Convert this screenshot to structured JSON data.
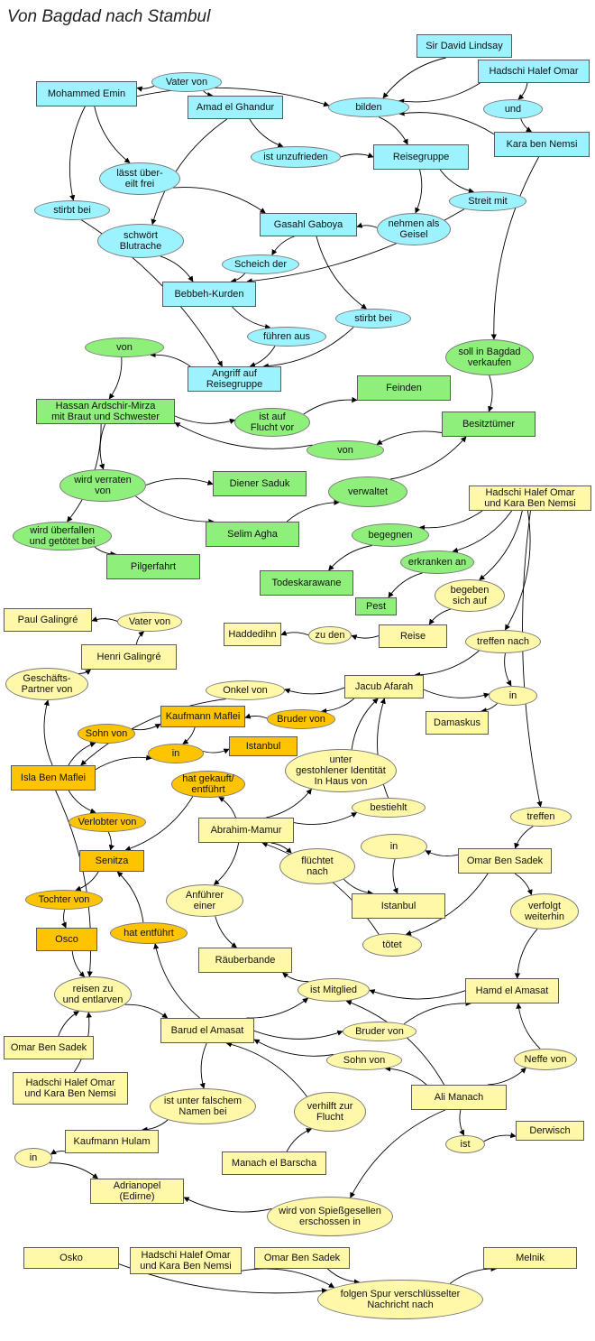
{
  "title": "Von Bagdad nach Stambul",
  "colors": {
    "cyan": "#9df2ff",
    "green": "#8ef07b",
    "yellow": "#fff8a8",
    "orange": "#ffc400",
    "line": "#000000"
  },
  "nodes": {
    "sir_david": {
      "label": "Sir David Lindsay",
      "shape": "box",
      "color": "cyan"
    },
    "hadschi_top": {
      "label": "Hadschi Halef Omar",
      "shape": "box",
      "color": "cyan"
    },
    "mohammed_emin": {
      "label": "Mohammed Emin",
      "shape": "box",
      "color": "cyan"
    },
    "vater_von_1": {
      "label": "Vater von",
      "shape": "ellipse",
      "color": "cyan"
    },
    "amad": {
      "label": "Amad el Ghandur",
      "shape": "box",
      "color": "cyan"
    },
    "bilden": {
      "label": "bilden",
      "shape": "ellipse",
      "color": "cyan"
    },
    "und": {
      "label": "und",
      "shape": "ellipse",
      "color": "cyan"
    },
    "kara_top": {
      "label": "Kara ben Nemsi",
      "shape": "box",
      "color": "cyan"
    },
    "ist_unzufrieden": {
      "label": "ist unzufrieden",
      "shape": "ellipse",
      "color": "cyan"
    },
    "reisegruppe": {
      "label": "Reisegruppe",
      "shape": "box",
      "color": "cyan"
    },
    "laesst_frei": {
      "label": "lässt über-\neilt frei",
      "shape": "ellipse",
      "color": "cyan"
    },
    "streit_mit": {
      "label": "Streit mit",
      "shape": "ellipse",
      "color": "cyan"
    },
    "stirbt_bei_1": {
      "label": "stirbt bei",
      "shape": "ellipse",
      "color": "cyan"
    },
    "gasahl": {
      "label": "Gasahl Gaboya",
      "shape": "box",
      "color": "cyan"
    },
    "nehmen_als_geisel": {
      "label": "nehmen als\nGeisel",
      "shape": "ellipse",
      "color": "cyan"
    },
    "schwoert_blutrache": {
      "label": "schwört\nBlutrache",
      "shape": "ellipse",
      "color": "cyan"
    },
    "scheich_der": {
      "label": "Scheich der",
      "shape": "ellipse",
      "color": "cyan"
    },
    "bebbeh": {
      "label": "Bebbeh-Kurden",
      "shape": "box",
      "color": "cyan"
    },
    "stirbt_bei_2": {
      "label": "stirbt bei",
      "shape": "ellipse",
      "color": "cyan"
    },
    "fuehren_aus": {
      "label": "führen aus",
      "shape": "ellipse",
      "color": "cyan"
    },
    "angriff": {
      "label": "Angriff auf\nReisegruppe",
      "shape": "box",
      "color": "cyan"
    },
    "von_g1": {
      "label": "von",
      "shape": "ellipse",
      "color": "green"
    },
    "soll_verkaufen": {
      "label": "soll in Bagdad\nverkaufen",
      "shape": "ellipse",
      "color": "green"
    },
    "feinden": {
      "label": "Feinden",
      "shape": "box",
      "color": "green"
    },
    "hassan": {
      "label": "Hassan Ardschir-Mirza\nmit Braut und Schwester",
      "shape": "box",
      "color": "green"
    },
    "ist_auf_flucht": {
      "label": "ist auf\nFlucht vor",
      "shape": "ellipse",
      "color": "green"
    },
    "besitztuemer": {
      "label": "Besitztümer",
      "shape": "box",
      "color": "green"
    },
    "von_g2": {
      "label": "von",
      "shape": "ellipse",
      "color": "green"
    },
    "wird_verraten": {
      "label": "wird verraten\nvon",
      "shape": "ellipse",
      "color": "green"
    },
    "diener_saduk": {
      "label": "Diener Saduk",
      "shape": "box",
      "color": "green"
    },
    "verwaltet": {
      "label": "verwaltet",
      "shape": "ellipse",
      "color": "green"
    },
    "wird_ueberfallen": {
      "label": "wird überfallen\nund getötet bei",
      "shape": "ellipse",
      "color": "green"
    },
    "selim_agha": {
      "label": "Selim Agha",
      "shape": "box",
      "color": "green"
    },
    "begegnen": {
      "label": "begegnen",
      "shape": "ellipse",
      "color": "green"
    },
    "pilgerfahrt": {
      "label": "Pilgerfahrt",
      "shape": "box",
      "color": "green"
    },
    "todeskarawane": {
      "label": "Todeskarawane",
      "shape": "box",
      "color": "green"
    },
    "erkranken_an": {
      "label": "erkranken an",
      "shape": "ellipse",
      "color": "green"
    },
    "pest": {
      "label": "Pest",
      "shape": "box",
      "color": "green"
    },
    "hadschi_kara_1": {
      "label": "Hadschi Halef Omar\nund Kara Ben Nemsi",
      "shape": "box",
      "color": "yellow"
    },
    "begeben_sich_auf": {
      "label": "begeben\nsich auf",
      "shape": "ellipse",
      "color": "yellow"
    },
    "paul_galingre": {
      "label": "Paul Galingré",
      "shape": "box",
      "color": "yellow"
    },
    "vater_von_2": {
      "label": "Vater von",
      "shape": "ellipse",
      "color": "yellow"
    },
    "haddedihn": {
      "label": "Haddedihn",
      "shape": "box",
      "color": "yellow"
    },
    "zu_den": {
      "label": "zu den",
      "shape": "ellipse",
      "color": "yellow"
    },
    "reise": {
      "label": "Reise",
      "shape": "box",
      "color": "yellow"
    },
    "treffen_nach": {
      "label": "treffen nach",
      "shape": "ellipse",
      "color": "yellow"
    },
    "henri_galingre": {
      "label": "Henri Galingré",
      "shape": "box",
      "color": "yellow"
    },
    "geschaeftspartner": {
      "label": "Geschäfts-\nPartner von",
      "shape": "ellipse",
      "color": "yellow"
    },
    "onkel_von": {
      "label": "Onkel von",
      "shape": "ellipse",
      "color": "yellow"
    },
    "jacub_afarah": {
      "label": "Jacub Afarah",
      "shape": "box",
      "color": "yellow"
    },
    "in_1": {
      "label": "in",
      "shape": "ellipse",
      "color": "yellow"
    },
    "kaufmann_maflei": {
      "label": "Kaufmann Maflei",
      "shape": "box",
      "color": "orange"
    },
    "bruder_von_1": {
      "label": "Bruder von",
      "shape": "ellipse",
      "color": "orange"
    },
    "damaskus": {
      "label": "Damaskus",
      "shape": "box",
      "color": "yellow"
    },
    "sohn_von_1": {
      "label": "Sohn von",
      "shape": "ellipse",
      "color": "orange"
    },
    "istanbul_1": {
      "label": "Istanbul",
      "shape": "box",
      "color": "orange"
    },
    "in_2": {
      "label": "in",
      "shape": "ellipse",
      "color": "orange"
    },
    "unter_identitaet": {
      "label": "unter\ngestohlener Identität\nIn Haus von",
      "shape": "ellipse",
      "color": "yellow"
    },
    "isla": {
      "label": "Isla Ben Maflei",
      "shape": "box",
      "color": "orange"
    },
    "hat_gekauft": {
      "label": "hat gekauft/\nentführt",
      "shape": "ellipse",
      "color": "orange"
    },
    "bestiehlt": {
      "label": "bestiehlt",
      "shape": "ellipse",
      "color": "yellow"
    },
    "treffen": {
      "label": "treffen",
      "shape": "ellipse",
      "color": "yellow"
    },
    "verlobter_von": {
      "label": "Verlobter von",
      "shape": "ellipse",
      "color": "orange"
    },
    "abrahim": {
      "label": "Abrahim-Mamur",
      "shape": "box",
      "color": "yellow"
    },
    "in_3": {
      "label": "in",
      "shape": "ellipse",
      "color": "yellow"
    },
    "omar_sadek_1": {
      "label": "Omar Ben Sadek",
      "shape": "box",
      "color": "yellow"
    },
    "senitza": {
      "label": "Senitza",
      "shape": "box",
      "color": "orange"
    },
    "fluechtet_nach": {
      "label": "flüchtet\nnach",
      "shape": "ellipse",
      "color": "yellow"
    },
    "tochter_von": {
      "label": "Tochter von",
      "shape": "ellipse",
      "color": "orange"
    },
    "anfuehrer_einer": {
      "label": "Anführer\neiner",
      "shape": "ellipse",
      "color": "yellow"
    },
    "istanbul_2": {
      "label": "Istanbul",
      "shape": "box",
      "color": "yellow"
    },
    "verfolgt_weiterhin": {
      "label": "verfolgt\nweiterhin",
      "shape": "ellipse",
      "color": "yellow"
    },
    "osco": {
      "label": "Osco",
      "shape": "box",
      "color": "orange"
    },
    "hat_entfuehrt": {
      "label": "hat entführt",
      "shape": "ellipse",
      "color": "orange"
    },
    "toetet": {
      "label": "tötet",
      "shape": "ellipse",
      "color": "yellow"
    },
    "raeuberbande": {
      "label": "Räuberbande",
      "shape": "box",
      "color": "yellow"
    },
    "reisen_zu": {
      "label": "reisen zu\nund entlarven",
      "shape": "ellipse",
      "color": "yellow"
    },
    "ist_mitglied": {
      "label": "ist Mitglied",
      "shape": "ellipse",
      "color": "yellow"
    },
    "hamd": {
      "label": "Hamd el Amasat",
      "shape": "box",
      "color": "yellow"
    },
    "barud": {
      "label": "Barud el Amasat",
      "shape": "box",
      "color": "yellow"
    },
    "bruder_von_2": {
      "label": "Bruder von",
      "shape": "ellipse",
      "color": "yellow"
    },
    "omar_sadek_2": {
      "label": "Omar Ben Sadek",
      "shape": "box",
      "color": "yellow"
    },
    "sohn_von_2": {
      "label": "Sohn von",
      "shape": "ellipse",
      "color": "yellow"
    },
    "neffe_von": {
      "label": "Neffe von",
      "shape": "ellipse",
      "color": "yellow"
    },
    "hadschi_kara_2": {
      "label": "Hadschi Halef Omar\nund Kara Ben Nemsi",
      "shape": "box",
      "color": "yellow"
    },
    "ali_manach": {
      "label": "Ali Manach",
      "shape": "box",
      "color": "yellow"
    },
    "ist_unter_falschem": {
      "label": "ist unter falschem\nNamen bei",
      "shape": "ellipse",
      "color": "yellow"
    },
    "verhilft_zur_flucht": {
      "label": "verhilft zur\nFlucht",
      "shape": "ellipse",
      "color": "yellow"
    },
    "derwisch": {
      "label": "Derwisch",
      "shape": "box",
      "color": "yellow"
    },
    "ist": {
      "label": "ist",
      "shape": "ellipse",
      "color": "yellow"
    },
    "kaufmann_hulam": {
      "label": "Kaufmann Hulam",
      "shape": "box",
      "color": "yellow"
    },
    "in_4": {
      "label": "in",
      "shape": "ellipse",
      "color": "yellow"
    },
    "manach_barscha": {
      "label": "Manach el Barscha",
      "shape": "box",
      "color": "yellow"
    },
    "adrianopel": {
      "label": "Adrianopel\n(Edirne)",
      "shape": "box",
      "color": "yellow"
    },
    "wird_erschossen": {
      "label": "wird von Spießgesellen\nerschossen in",
      "shape": "ellipse",
      "color": "yellow"
    },
    "osko": {
      "label": "Osko",
      "shape": "box",
      "color": "yellow"
    },
    "hadschi_kara_3": {
      "label": "Hadschi Halef Omar\nund Kara Ben Nemsi",
      "shape": "box",
      "color": "yellow"
    },
    "omar_sadek_3": {
      "label": "Omar Ben Sadek",
      "shape": "box",
      "color": "yellow"
    },
    "melnik": {
      "label": "Melnik",
      "shape": "box",
      "color": "yellow"
    },
    "folgen_spur": {
      "label": "folgen Spur verschlüsselter\nNachricht nach",
      "shape": "ellipse",
      "color": "yellow"
    }
  },
  "edges": [
    [
      "mohammed_emin",
      "bilden"
    ],
    [
      "sir_david",
      "bilden"
    ],
    [
      "hadschi_top",
      "bilden"
    ],
    [
      "kara_top",
      "bilden"
    ],
    [
      "hadschi_top",
      "und"
    ],
    [
      "und",
      "kara_top"
    ],
    [
      "vater_von_1",
      "mohammed_emin"
    ],
    [
      "vater_von_1",
      "amad"
    ],
    [
      "bilden",
      "reisegruppe"
    ],
    [
      "amad",
      "ist_unzufrieden"
    ],
    [
      "ist_unzufrieden",
      "reisegruppe"
    ],
    [
      "mohammed_emin",
      "laesst_frei"
    ],
    [
      "laesst_frei",
      "gasahl"
    ],
    [
      "reisegruppe",
      "streit_mit"
    ],
    [
      "reisegruppe",
      "nehmen_als_geisel"
    ],
    [
      "nehmen_als_geisel",
      "gasahl"
    ],
    [
      "streit_mit",
      "bebbeh"
    ],
    [
      "mohammed_emin",
      "stirbt_bei_1"
    ],
    [
      "stirbt_bei_1",
      "angriff"
    ],
    [
      "amad",
      "schwoert_blutrache"
    ],
    [
      "schwoert_blutrache",
      "bebbeh"
    ],
    [
      "gasahl",
      "scheich_der"
    ],
    [
      "scheich_der",
      "bebbeh"
    ],
    [
      "gasahl",
      "stirbt_bei_2"
    ],
    [
      "stirbt_bei_2",
      "angriff"
    ],
    [
      "bebbeh",
      "fuehren_aus"
    ],
    [
      "fuehren_aus",
      "angriff"
    ],
    [
      "kara_top",
      "soll_verkaufen"
    ],
    [
      "soll_verkaufen",
      "besitztuemer"
    ],
    [
      "angriff",
      "von_g1"
    ],
    [
      "von_g1",
      "hassan"
    ],
    [
      "hassan",
      "ist_auf_flucht"
    ],
    [
      "ist_auf_flucht",
      "feinden"
    ],
    [
      "besitztuemer",
      "von_g2"
    ],
    [
      "von_g2",
      "hassan"
    ],
    [
      "hassan",
      "wird_verraten"
    ],
    [
      "wird_verraten",
      "diener_saduk"
    ],
    [
      "wird_verraten",
      "selim_agha"
    ],
    [
      "selim_agha",
      "verwaltet"
    ],
    [
      "verwaltet",
      "besitztuemer"
    ],
    [
      "hassan",
      "wird_ueberfallen"
    ],
    [
      "wird_ueberfallen",
      "pilgerfahrt"
    ],
    [
      "hadschi_kara_1",
      "begegnen"
    ],
    [
      "begegnen",
      "todeskarawane"
    ],
    [
      "hadschi_kara_1",
      "erkranken_an"
    ],
    [
      "erkranken_an",
      "pest"
    ],
    [
      "hadschi_kara_1",
      "begeben_sich_auf"
    ],
    [
      "begeben_sich_auf",
      "reise"
    ],
    [
      "hadschi_kara_1",
      "treffen_nach"
    ],
    [
      "hadschi_kara_1",
      "treffen"
    ],
    [
      "reise",
      "zu_den"
    ],
    [
      "zu_den",
      "haddedihn"
    ],
    [
      "treffen_nach",
      "jacub_afarah"
    ],
    [
      "treffen_nach",
      "in_1"
    ],
    [
      "in_1",
      "damaskus"
    ],
    [
      "jacub_afarah",
      "in_1"
    ],
    [
      "henri_galingre",
      "vater_von_2"
    ],
    [
      "vater_von_2",
      "paul_galingre"
    ],
    [
      "isla",
      "geschaeftspartner"
    ],
    [
      "geschaeftspartner",
      "henri_galingre"
    ],
    [
      "jacub_afarah",
      "onkel_von"
    ],
    [
      "onkel_von",
      "isla"
    ],
    [
      "jacub_afarah",
      "bruder_von_1"
    ],
    [
      "bruder_von_1",
      "kaufmann_maflei"
    ],
    [
      "isla",
      "sohn_von_1"
    ],
    [
      "sohn_von_1",
      "kaufmann_maflei"
    ],
    [
      "isla",
      "in_2"
    ],
    [
      "in_2",
      "istanbul_1"
    ],
    [
      "kaufmann_maflei",
      "in_2"
    ],
    [
      "abrahim",
      "unter_identitaet"
    ],
    [
      "unter_identitaet",
      "jacub_afarah"
    ],
    [
      "abrahim",
      "bestiehlt"
    ],
    [
      "bestiehlt",
      "jacub_afarah"
    ],
    [
      "abrahim",
      "hat_gekauft"
    ],
    [
      "hat_gekauft",
      "senitza"
    ],
    [
      "isla",
      "verlobter_von"
    ],
    [
      "verlobter_von",
      "senitza"
    ],
    [
      "treffen",
      "omar_sadek_1"
    ],
    [
      "omar_sadek_1",
      "in_3"
    ],
    [
      "in_3",
      "istanbul_2"
    ],
    [
      "abrahim",
      "fluechtet_nach"
    ],
    [
      "fluechtet_nach",
      "istanbul_2"
    ],
    [
      "abrahim",
      "anfuehrer_einer"
    ],
    [
      "anfuehrer_einer",
      "raeuberbande"
    ],
    [
      "senitza",
      "tochter_von"
    ],
    [
      "tochter_von",
      "osco"
    ],
    [
      "omar_sadek_1",
      "toetet"
    ],
    [
      "toetet",
      "abrahim"
    ],
    [
      "omar_sadek_1",
      "verfolgt_weiterhin"
    ],
    [
      "verfolgt_weiterhin",
      "hamd"
    ],
    [
      "barud",
      "hat_entfuehrt"
    ],
    [
      "hat_entfuehrt",
      "senitza"
    ],
    [
      "isla",
      "reisen_zu"
    ],
    [
      "osco",
      "reisen_zu"
    ],
    [
      "omar_sadek_2",
      "reisen_zu"
    ],
    [
      "hadschi_kara_2",
      "reisen_zu"
    ],
    [
      "reisen_zu",
      "barud"
    ],
    [
      "barud",
      "ist_mitglied"
    ],
    [
      "hamd",
      "ist_mitglied"
    ],
    [
      "ali_manach",
      "ist_mitglied"
    ],
    [
      "ist_mitglied",
      "raeuberbande"
    ],
    [
      "barud",
      "bruder_von_2"
    ],
    [
      "bruder_von_2",
      "hamd"
    ],
    [
      "ali_manach",
      "sohn_von_2"
    ],
    [
      "sohn_von_2",
      "barud"
    ],
    [
      "ali_manach",
      "neffe_von"
    ],
    [
      "neffe_von",
      "hamd"
    ],
    [
      "ali_manach",
      "ist"
    ],
    [
      "ist",
      "derwisch"
    ],
    [
      "barud",
      "ist_unter_falschem"
    ],
    [
      "ist_unter_falschem",
      "kaufmann_hulam"
    ],
    [
      "verhilft_zur_flucht",
      "barud"
    ],
    [
      "manach_barscha",
      "verhilft_zur_flucht"
    ],
    [
      "kaufmann_hulam",
      "in_4"
    ],
    [
      "in_4",
      "adrianopel"
    ],
    [
      "ali_manach",
      "wird_erschossen"
    ],
    [
      "wird_erschossen",
      "adrianopel"
    ],
    [
      "osko",
      "folgen_spur"
    ],
    [
      "hadschi_kara_3",
      "folgen_spur"
    ],
    [
      "omar_sadek_3",
      "folgen_spur"
    ],
    [
      "folgen_spur",
      "melnik"
    ]
  ]
}
